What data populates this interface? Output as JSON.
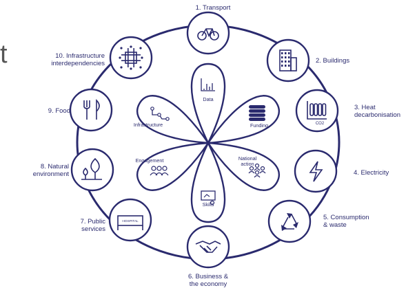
{
  "edge_fragment": "t",
  "colors": {
    "primary": "#2a2a6e",
    "background": "#ffffff"
  },
  "themes": [
    {
      "label": "1. Transport",
      "icon": "bicycle-icon"
    },
    {
      "label": "2. Buildings",
      "icon": "building-icon"
    },
    {
      "label": "3. Heat\ndecarbonisation",
      "icon": "radiator-icon",
      "icon_text": "CO2"
    },
    {
      "label": "4. Electricity",
      "icon": "lightning-icon"
    },
    {
      "label": "5. Consumption\n& waste",
      "icon": "recycle-icon"
    },
    {
      "label": "6. Business &\nthe economy",
      "icon": "handshake-icon"
    },
    {
      "label": "7. Public\nservices",
      "icon": "hospital-icon",
      "icon_text": "HOSPITAL"
    },
    {
      "label": "8. Natural\nenvironment",
      "icon": "trees-icon"
    },
    {
      "label": "9. Food",
      "icon": "cutlery-icon"
    },
    {
      "label": "10. Infrastructure\ninterdependencies",
      "icon": "network-grid-icon"
    }
  ],
  "enablers": [
    {
      "label": "Data",
      "icon": "bar-chart-icon"
    },
    {
      "label": "Funding",
      "icon": "coin-stack-icon"
    },
    {
      "label": "National\naction",
      "icon": "people-group-icon"
    },
    {
      "label": "Skills",
      "icon": "presentation-icon"
    },
    {
      "label": "Engagement",
      "icon": "people-icon"
    },
    {
      "label": "Infrastructure",
      "icon": "network-nodes-icon"
    }
  ]
}
